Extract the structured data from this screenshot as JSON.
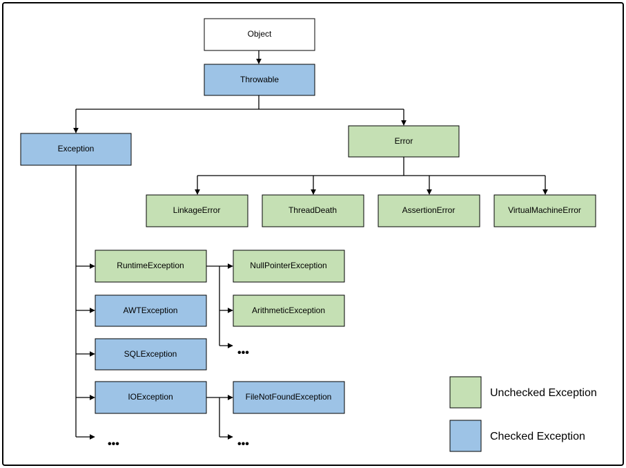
{
  "colors": {
    "white": "#ffffff",
    "checked": "#9dc3e6",
    "unchecked": "#c5e0b4",
    "line": "#000000"
  },
  "nodes": {
    "object": {
      "label": "Object",
      "kind": "white"
    },
    "throwable": {
      "label": "Throwable",
      "kind": "checked"
    },
    "exception": {
      "label": "Exception",
      "kind": "checked"
    },
    "error": {
      "label": "Error",
      "kind": "unchecked"
    },
    "linkage_error": {
      "label": "LinkageError",
      "kind": "unchecked"
    },
    "thread_death": {
      "label": "ThreadDeath",
      "kind": "unchecked"
    },
    "assertion_error": {
      "label": "AssertionError",
      "kind": "unchecked"
    },
    "virtual_machine_error": {
      "label": "VirtualMachineError",
      "kind": "unchecked"
    },
    "runtime_exception": {
      "label": "RuntimeException",
      "kind": "unchecked"
    },
    "awt_exception": {
      "label": "AWTException",
      "kind": "checked"
    },
    "sql_exception": {
      "label": "SQLException",
      "kind": "checked"
    },
    "io_exception": {
      "label": "IOException",
      "kind": "checked"
    },
    "null_pointer_exception": {
      "label": "NullPointerException",
      "kind": "unchecked"
    },
    "arithmetic_exception": {
      "label": "ArithmeticException",
      "kind": "unchecked"
    },
    "file_not_found_exception": {
      "label": "FileNotFoundException",
      "kind": "checked"
    }
  },
  "ellipsis": "•••",
  "legend": {
    "unchecked": {
      "label": "Unchecked Exception",
      "icon": "green-swatch"
    },
    "checked": {
      "label": "Checked Exception",
      "icon": "blue-swatch"
    }
  }
}
